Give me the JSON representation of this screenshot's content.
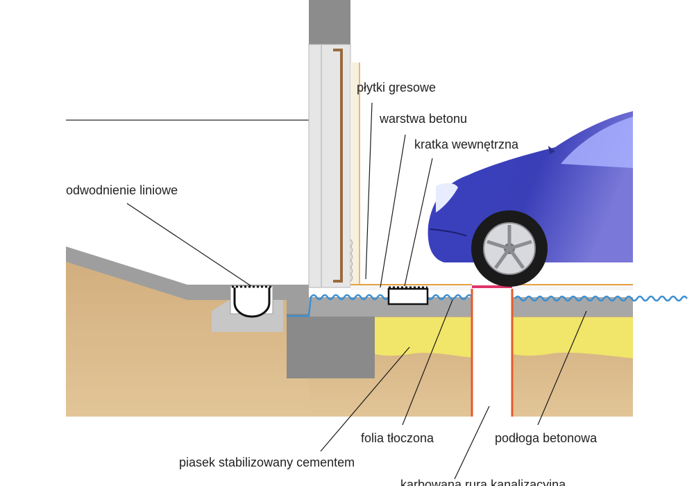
{
  "labels": {
    "plytki_gresowe": "płytki gresowe",
    "warstwa_betonu": "warstwa betonu",
    "kratka_wewnetrzna": "kratka wewnętrzna",
    "odwodnienie_liniowe": "odwodnienie liniowe",
    "folia_tloczona": "folia tłoczona",
    "podloga_betonowa": "podłoga betonowa",
    "piasek": "piasek stabilizowany cementem",
    "rura": "karbowana rura kanalizacyjna"
  },
  "colors": {
    "soil": "#d9b98c",
    "sand": "#f1e56a",
    "concrete": "#a7a7a7",
    "dark_concrete": "#8a8a8a",
    "wall": "#e6e6e6",
    "membrane": "#3c8fd1",
    "tile": "#e3a13f",
    "pipe_edge": "#e35b2e",
    "car_body": "#3a3fb8"
  }
}
